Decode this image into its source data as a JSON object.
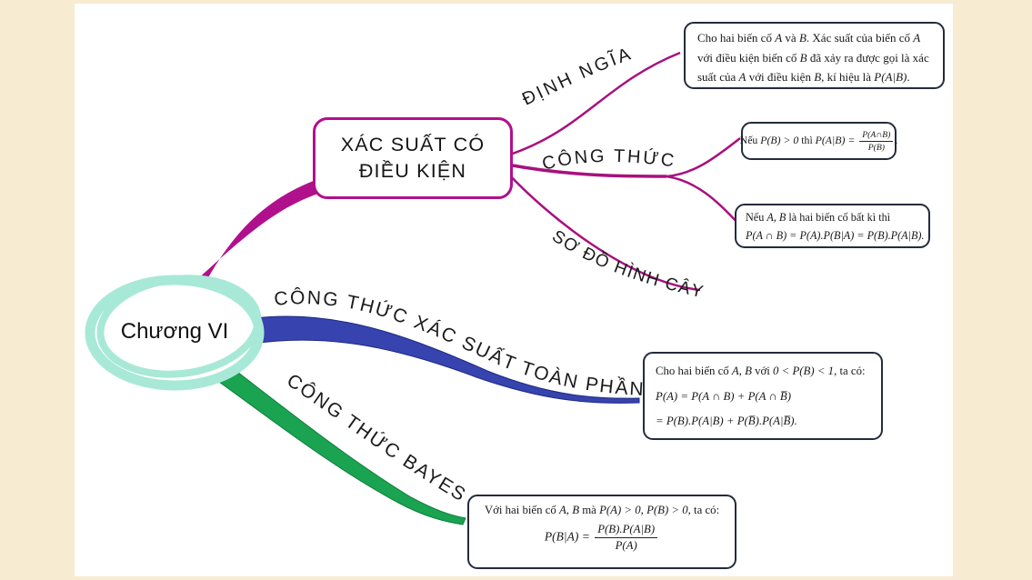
{
  "colors": {
    "background": "#f7ecd1",
    "canvas": "#ffffff",
    "center_cloud": "#a7e9d6",
    "conditional_branch": "#b1108c",
    "total_branch": "#3743ae",
    "bayes_branch": "#1aa351",
    "note_border": "#232b3d"
  },
  "center": {
    "label": "Chương VI"
  },
  "topics": {
    "conditional": {
      "line1": "XÁC SUẤT CÓ",
      "line2": "ĐIỀU KIỆN"
    },
    "definition_label": "ĐỊNH NGĨA",
    "formula_label": "CÔNG THỨC",
    "tree_label": "SƠ ĐỒ HÌNH CÂY",
    "total_label": "CÔNG THỨC XÁC SUẤT TOÀN PHẦN",
    "bayes_label": "CÔNG THỨC BAYES"
  },
  "notes": {
    "definition": {
      "w1": "Cho hai biến cố ",
      "m1": "A",
      "w2": " và ",
      "m2": "B",
      "w3": ". Xác suất của biến cố ",
      "m3": "A",
      "w4": " với điều kiện biến cố ",
      "m4": "B",
      "w5": " đã xảy ra được gọi là xác suất của ",
      "m5": "A",
      "w6": " với điều kiện ",
      "m6": "B",
      "w7": ", kí hiệu là ",
      "m7": "P(A|B)",
      "w8": "."
    },
    "cond_formula": {
      "w1": "Nếu ",
      "m1": "P(B) > 0",
      "w2": " thì ",
      "m2": "P(A|B) =",
      "num": "P(A∩B)",
      "den": "P(B)",
      "end": "."
    },
    "product_rule": {
      "w1": "Nếu ",
      "m1": "A, B",
      "w2": " là hai biến cố bất kì thì",
      "line2": "P(A ∩ B) = P(A).P(B|A) = P(B).P(A|B)."
    },
    "total": {
      "w1": "Cho hai biến cố ",
      "m1": "A, B",
      "w2": " với ",
      "m2": "0 < P(B) < 1",
      "w3": ", ta có:",
      "line2": "P(A) = P(A ∩ B) + P(A ∩ B̅)",
      "line3": "= P(B).P(A|B) + P(B̅).P(A|B̅)."
    },
    "bayes": {
      "w1": "Với hai biến cố ",
      "m1": "A, B",
      "w2": " mà ",
      "m2": "P(A) > 0, P(B) > 0",
      "w3": ", ta có:",
      "pre": "P(B|A) =",
      "num": "P(B).P(A|B)",
      "den": "P(A)"
    }
  }
}
